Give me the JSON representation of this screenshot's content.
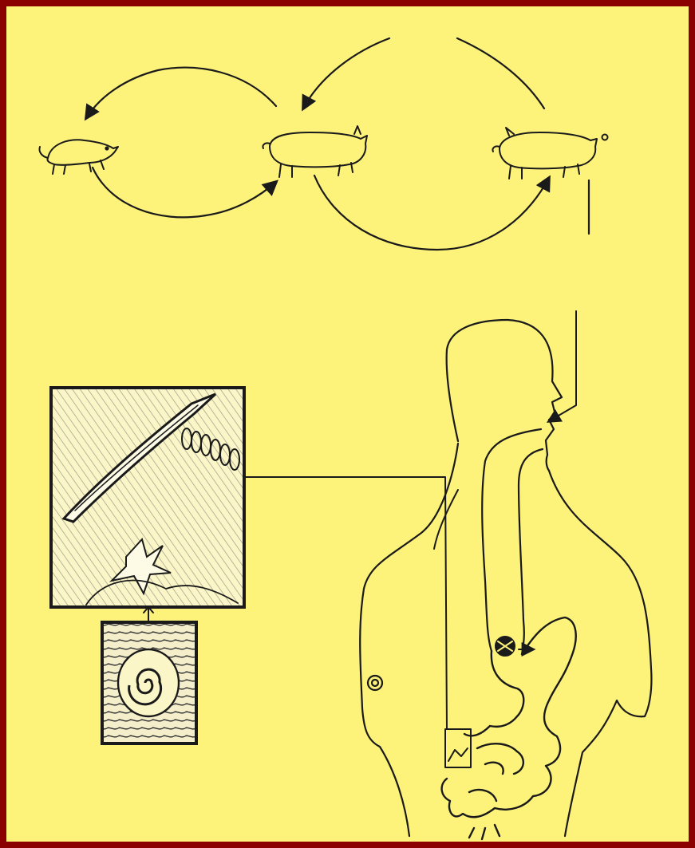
{
  "colors": {
    "border": "#8b0000",
    "background": "#fdf27a",
    "ink": "#1a1a1a"
  },
  "diagram": {
    "kind": "trichinella-life-cycle",
    "hosts": [
      "rat-icon",
      "pig-icon",
      "pig-icon",
      "human-body-icon"
    ],
    "insets": [
      "muscle-larva-detail",
      "encysted-larva-detail"
    ]
  }
}
